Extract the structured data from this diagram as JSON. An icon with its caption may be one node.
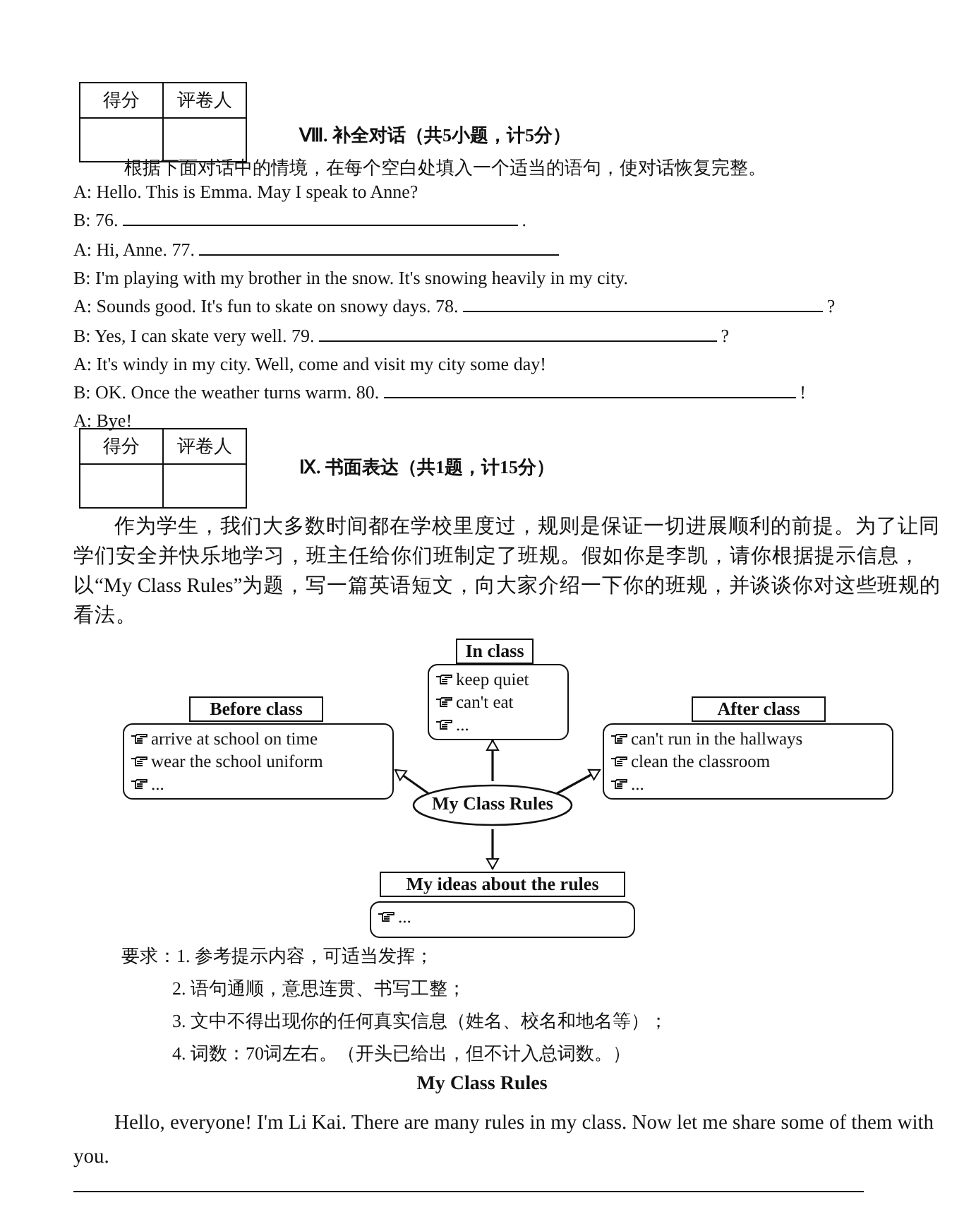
{
  "diagram": {
    "nodes": [
      {
        "text": [
          "In class",
          "keep quiet",
          "can't eat",
          "..."
        ]
      },
      {
        "text": [
          "Before class",
          "arrive at school on time",
          "wear the school uniform",
          "..."
        ]
      },
      {
        "text": [
          "After class",
          "can't run in the hallways",
          "clean the classroom",
          "..."
        ]
      },
      {
        "text": [
          "My Class Rules"
        ]
      },
      {
        "text": [
          "My ideas about the rules",
          "..."
        ]
      }
    ],
    "edges": [
      {
        "from": 3,
        "to": 0,
        "arrow": "to"
      },
      {
        "from": 3,
        "to": 1,
        "arrow": "to"
      },
      {
        "from": 3,
        "to": 2,
        "arrow": "to"
      },
      {
        "from": 3,
        "to": 4,
        "arrow": "to"
      }
    ],
    "labels": [
      "得分",
      "评卷人",
      "Ⅷ. 补全对话（共5小题，计5分）",
      "根据下面对话中的情境，在每个空白处填入一个适当的语句，使对话恢复完整。",
      "A: Hello. This is Emma. May I speak to Anne?",
      "B: 76.",
      ".",
      "A: Hi, Anne. 77.",
      "B: I'm playing with my brother in the snow. It's snowing heavily in my city.",
      "A: Sounds good. It's fun to skate on snowy days. 78.",
      "?",
      "B: Yes, I can skate very well. 79.",
      "?",
      "A: It's windy in my city. Well, come and visit my city some day!",
      "B: OK. Once the weather turns warm. 80.",
      "!",
      "A: Bye!",
      "得分",
      "评卷人",
      "Ⅸ. 书面表达（共1题，计15分）",
      "作为学生，我们大多数时间都在学校里度过，规则是保证一切进展顺利的前提。为了让同学们安全并快乐地学习，班主任给你们班制定了班规。假如你是李凯，请你根据提示信息，以“My Class Rules”为题，写一篇英语短文，向大家介绍一下你的班规，并谈谈你对这些班规的看法。",
      "要求：1. 参考提示内容，可适当发挥；",
      "2. 语句通顺，意思连贯、书写工整；",
      "3. 文中不得出现你的任何真实信息（姓名、校名和地名等）；",
      "4. 词数：70词左右。（开头已给出，但不计入总词数。）",
      "My Class Rules",
      "Hello, everyone! I'm Li Kai. There are many rules in my class. Now let me share some of them with you."
    ]
  }
}
